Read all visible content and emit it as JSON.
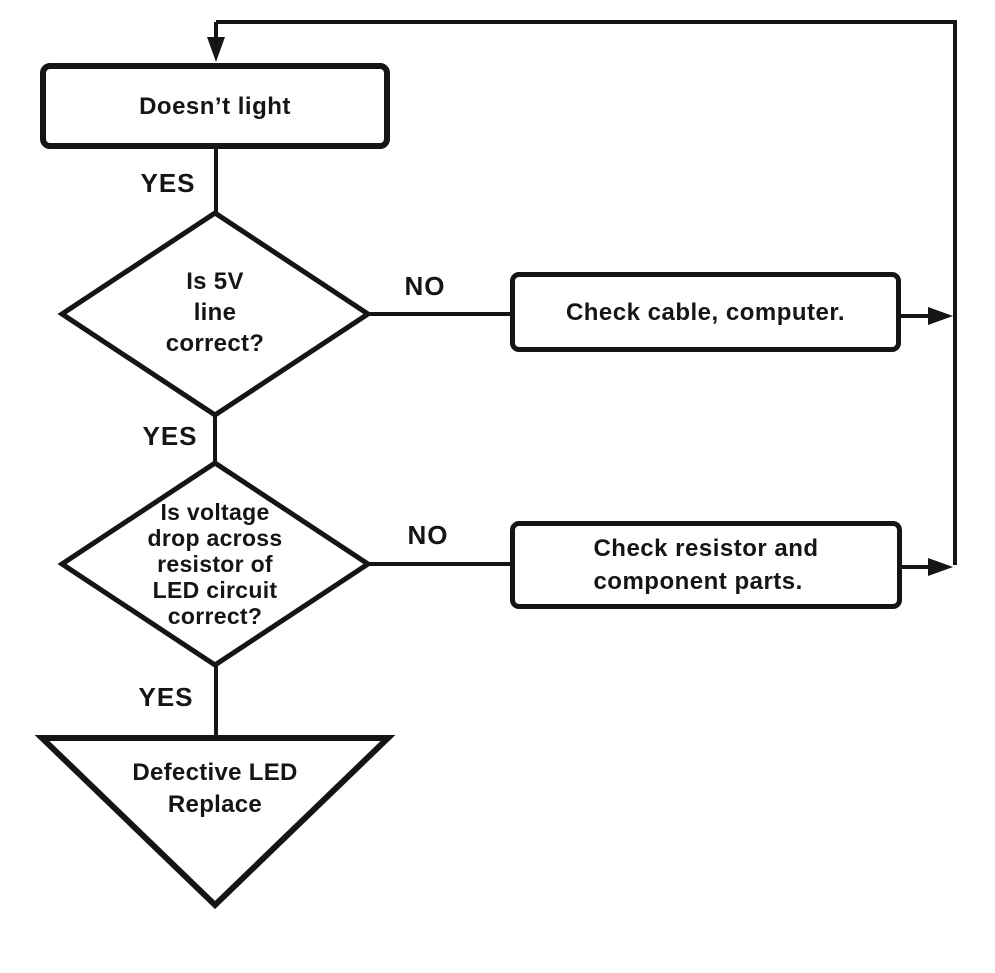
{
  "colors": {
    "ink": "#151515",
    "background": "#ffffff"
  },
  "nodes": {
    "start_box": {
      "label": "Doesn’t light"
    },
    "diamond_5v": {
      "lines": [
        "Is 5V",
        "line",
        "correct?"
      ]
    },
    "box_check_cable": {
      "label": "Check cable, computer."
    },
    "diamond_voltage_drop": {
      "lines": [
        "Is voltage",
        "drop across",
        "resistor of",
        "LED circuit",
        "correct?"
      ]
    },
    "box_check_resistor": {
      "lines": [
        "Check resistor and",
        "component parts."
      ]
    },
    "triangle_defective_led": {
      "lines": [
        "Defective LED",
        "Replace"
      ]
    }
  },
  "labels": {
    "yes_1": "YES",
    "no_1": "NO",
    "yes_2": "YES",
    "no_2": "NO",
    "yes_3": "YES"
  }
}
